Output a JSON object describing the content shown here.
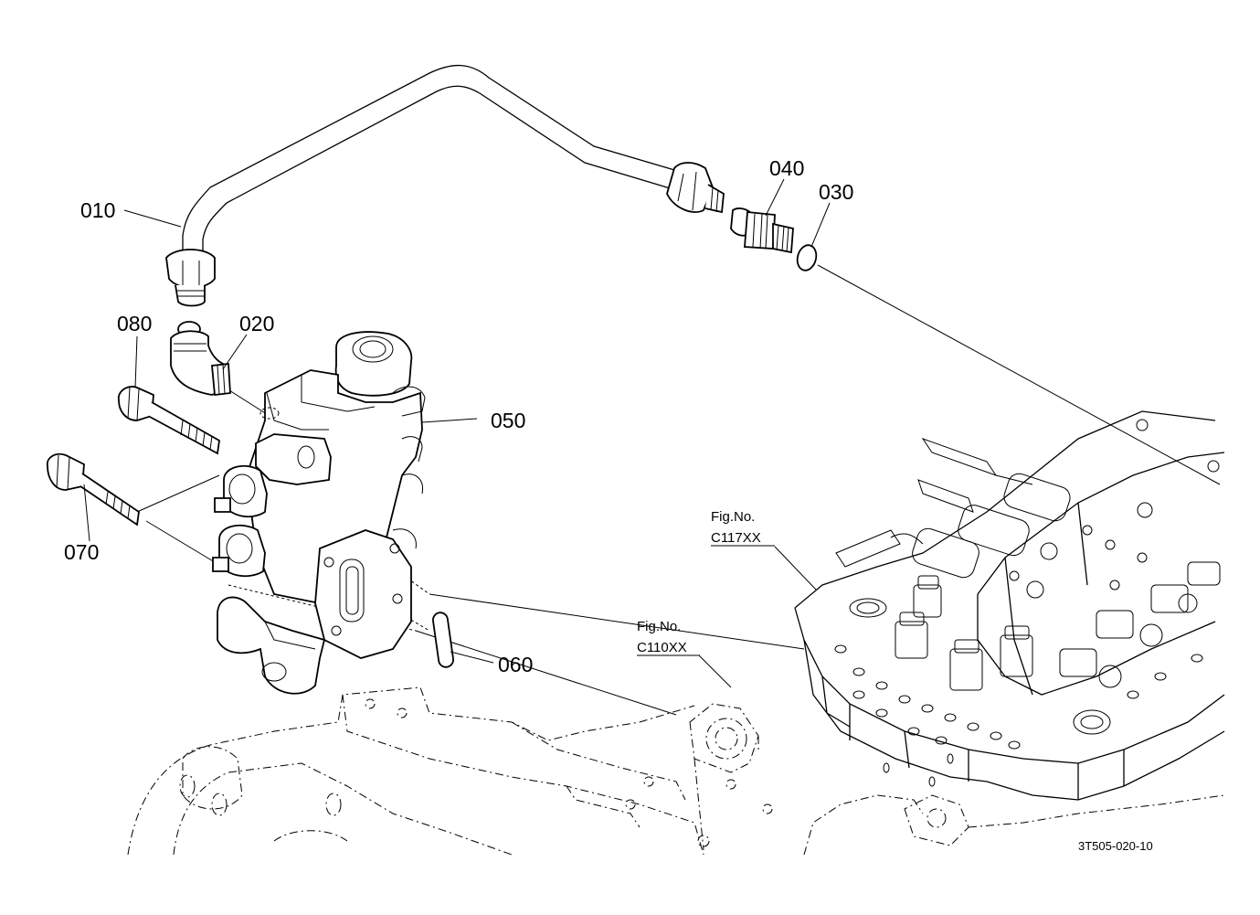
{
  "part_labels": {
    "p010": "010",
    "p020": "020",
    "p030": "030",
    "p040": "040",
    "p050": "050",
    "p060": "060",
    "p070": "070",
    "p080": "080"
  },
  "figure_refs": {
    "ref1_prefix": "Fig.No.",
    "ref1_code": "C117XX",
    "ref2_prefix": "Fig.No.",
    "ref2_code": "C110XX"
  },
  "drawing_code": "3T505-020-10"
}
